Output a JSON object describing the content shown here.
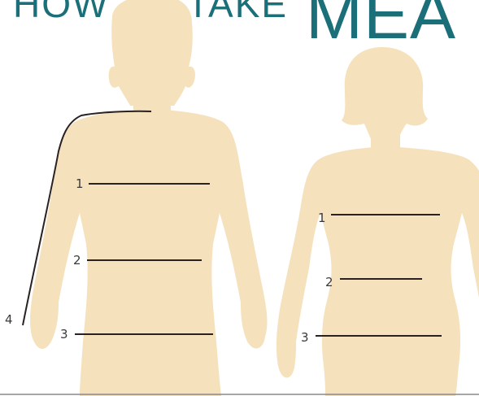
{
  "title": {
    "line_thin": "HOW TO TAKE",
    "line_big": "MEA"
  },
  "colors": {
    "title": "#1b6f78",
    "figure": "#f6e1bd",
    "lines": "#2a2222",
    "numbers": "#3a3a3a",
    "footer_rule": "#888888"
  },
  "male": {
    "labels": {
      "chest": "1",
      "waist": "2",
      "hips": "3",
      "sleeve": "4"
    }
  },
  "female": {
    "labels": {
      "bust": "1",
      "waist": "2",
      "hips": "3"
    }
  }
}
